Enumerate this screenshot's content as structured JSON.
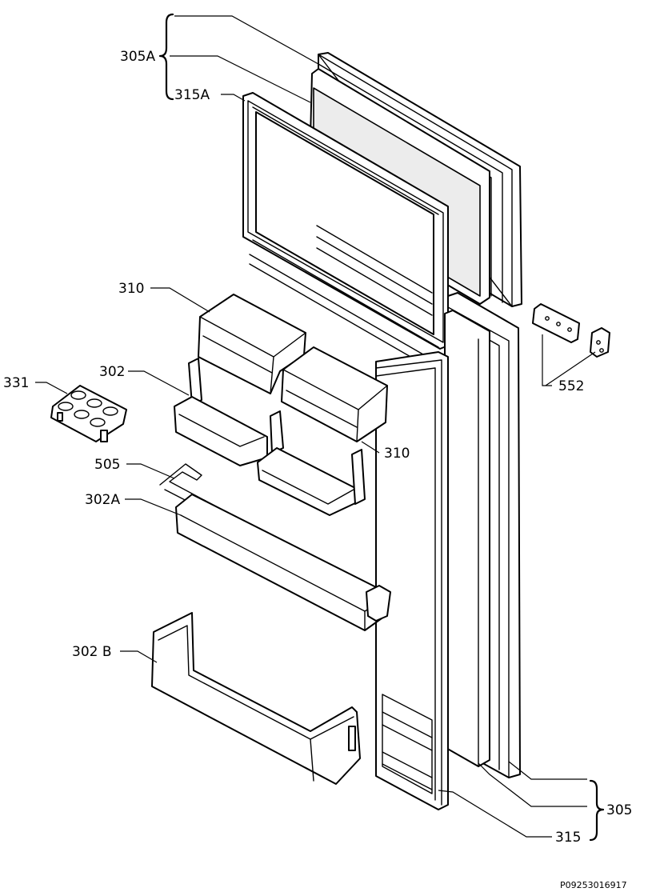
{
  "labels": {
    "l305a": "305A",
    "l315a": "315A",
    "l310_top": "310",
    "l302": "302",
    "l331": "331",
    "l310_right": "310",
    "l505": "505",
    "l302a": "302A",
    "l302b": "302 B",
    "l552": "552",
    "l305": "305",
    "l315": "315"
  },
  "footer": {
    "code": "P09253016917"
  }
}
